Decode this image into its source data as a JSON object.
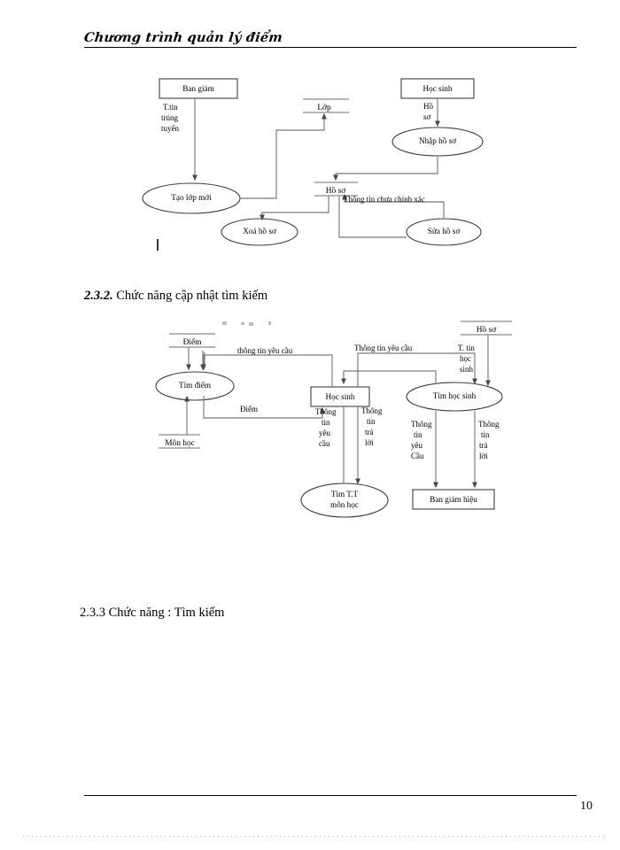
{
  "header": {
    "title": "Chương trình quản lý điểm"
  },
  "footer": {
    "page_number": "10"
  },
  "headings": {
    "s232_number": "2.3.2.",
    "s232_text": " Chức năng cập nhật tìm kiếm",
    "s233_number": "2.3.3",
    "s233_text": " Chức năng : Tìm kiếm"
  },
  "diagram1": {
    "caption": "",
    "nodes": {
      "ban_giam": "Ban giám",
      "hoc_sinh": "Học sinh",
      "nhap_ho_so": "Nhập hồ sơ",
      "tao_lop_moi": "Tạo lớp mới",
      "xoa_ho_so": "Xoá hồ sơ",
      "sua_ho_so": "Sửa hồ sơ"
    },
    "stores": {
      "lop": "Lớp",
      "ho_so": "Hồ sơ"
    },
    "flows": {
      "ttin_trung_tuyen_l1": "T.tin",
      "ttin_trung_tuyen_l2": "trúng",
      "ttin_trung_tuyen_l3": "tuyển",
      "ho_so_l1": "Hồ",
      "ho_so_l2": "sơ",
      "thong_tin_chua_chinh_xac": "Thông tin chưa chính xác"
    }
  },
  "diagram2": {
    "nodes": {
      "tim_diem": "Tìm điểm",
      "hoc_sinh": "Học sinh",
      "tim_hoc_sinh": "Tìm học sinh",
      "tim_tt_mon_hoc_l1": "Tìm T.T",
      "tim_tt_mon_hoc_l2": "môn học",
      "ban_giam_hieu": "Ban giám hiệu"
    },
    "stores": {
      "diem": "Điểm",
      "mon_hoc": "Môn học",
      "ho_so": "Hồ sơ"
    },
    "flows": {
      "thong_tin_yeu_cau_lower": "thông tin yêu cầu",
      "thong_tin_yeu_cau_upper": "Thông tin yêu cầu",
      "diem": "Điểm",
      "ttin_hoc_sinh_l1": "T. tin",
      "ttin_hoc_sinh_l2": "học",
      "ttin_hoc_sinh_l3": "sinh",
      "hs_req_l1": "Thông",
      "hs_req_l2": "tin",
      "hs_req_l3": "yêu",
      "hs_req_l4": "cầu",
      "hs_res_l1": "Thông",
      "hs_res_l2": "tin",
      "hs_res_l3": "trả",
      "hs_res_l4": "lời",
      "bg_req_l1": "Thông",
      "bg_req_l2": "tin",
      "bg_req_l3": "yêu",
      "bg_req_l4": "Cầu",
      "bg_res_l1": "Thông",
      "bg_res_l2": "tin",
      "bg_res_l3": "trả",
      "bg_res_l4": "lời"
    }
  }
}
